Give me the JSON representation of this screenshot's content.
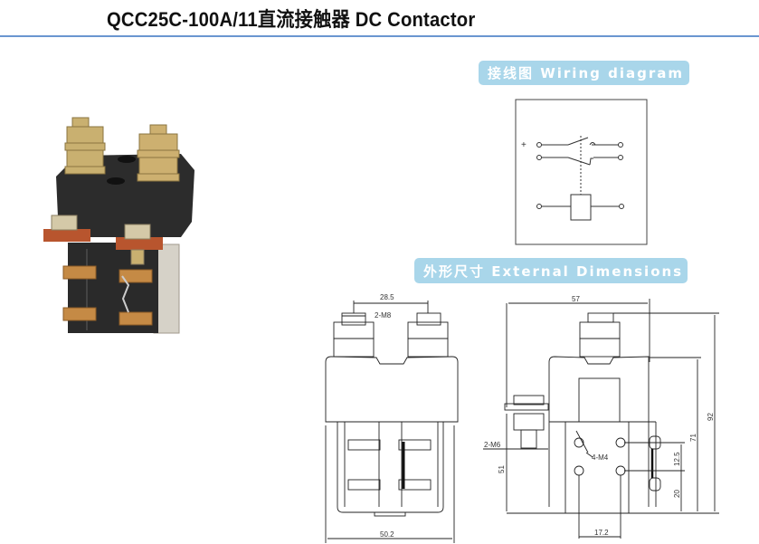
{
  "title": "QCC25C-100A/11直流接触器 DC Contactor",
  "wiring_diagram": {
    "heading": "接线图 Wiring diagram",
    "plus_label": "+"
  },
  "external_dimensions": {
    "heading": "外形尺寸 External Dimensions",
    "front_view": {
      "terminal_spacing": "28.5",
      "terminal_thread": "2-M8",
      "width": "50.2"
    },
    "side_view": {
      "depth": "57",
      "total_height": "92",
      "body_height": "71",
      "aux_terminal_height": "51",
      "aux_thread": "2-M6",
      "mount_holes": "4-M4",
      "hole_vertical_spacing": "12.5",
      "hole_base_height": "20",
      "hole_horizontal_spacing": "17.2"
    }
  },
  "colors": {
    "rule": "#6a96d0",
    "badge": "#a9d6ea"
  }
}
